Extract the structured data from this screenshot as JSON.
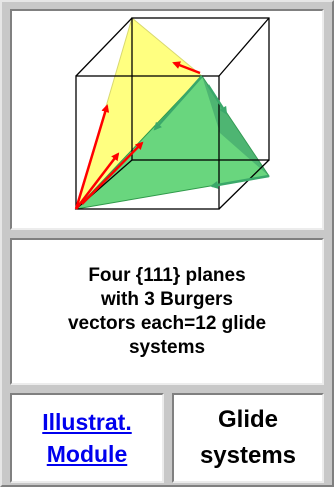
{
  "caption": {
    "lines": [
      "Four {111} planes",
      "with 3 Burgers",
      "vectors each=12 glide",
      "systems"
    ]
  },
  "link": {
    "lines": [
      "Illustrat.",
      "Module"
    ]
  },
  "glide": {
    "lines": [
      "Glide",
      "systems"
    ]
  },
  "colors": {
    "plane_yellow": "#ffff80",
    "plane_green": "#4fcf67",
    "arrow_red": "#ff0000",
    "arrow_green": "#3aa86a",
    "cube_edge": "#000000"
  },
  "icons": [
    "cube-diagram",
    "burgers-vector-arrows"
  ]
}
